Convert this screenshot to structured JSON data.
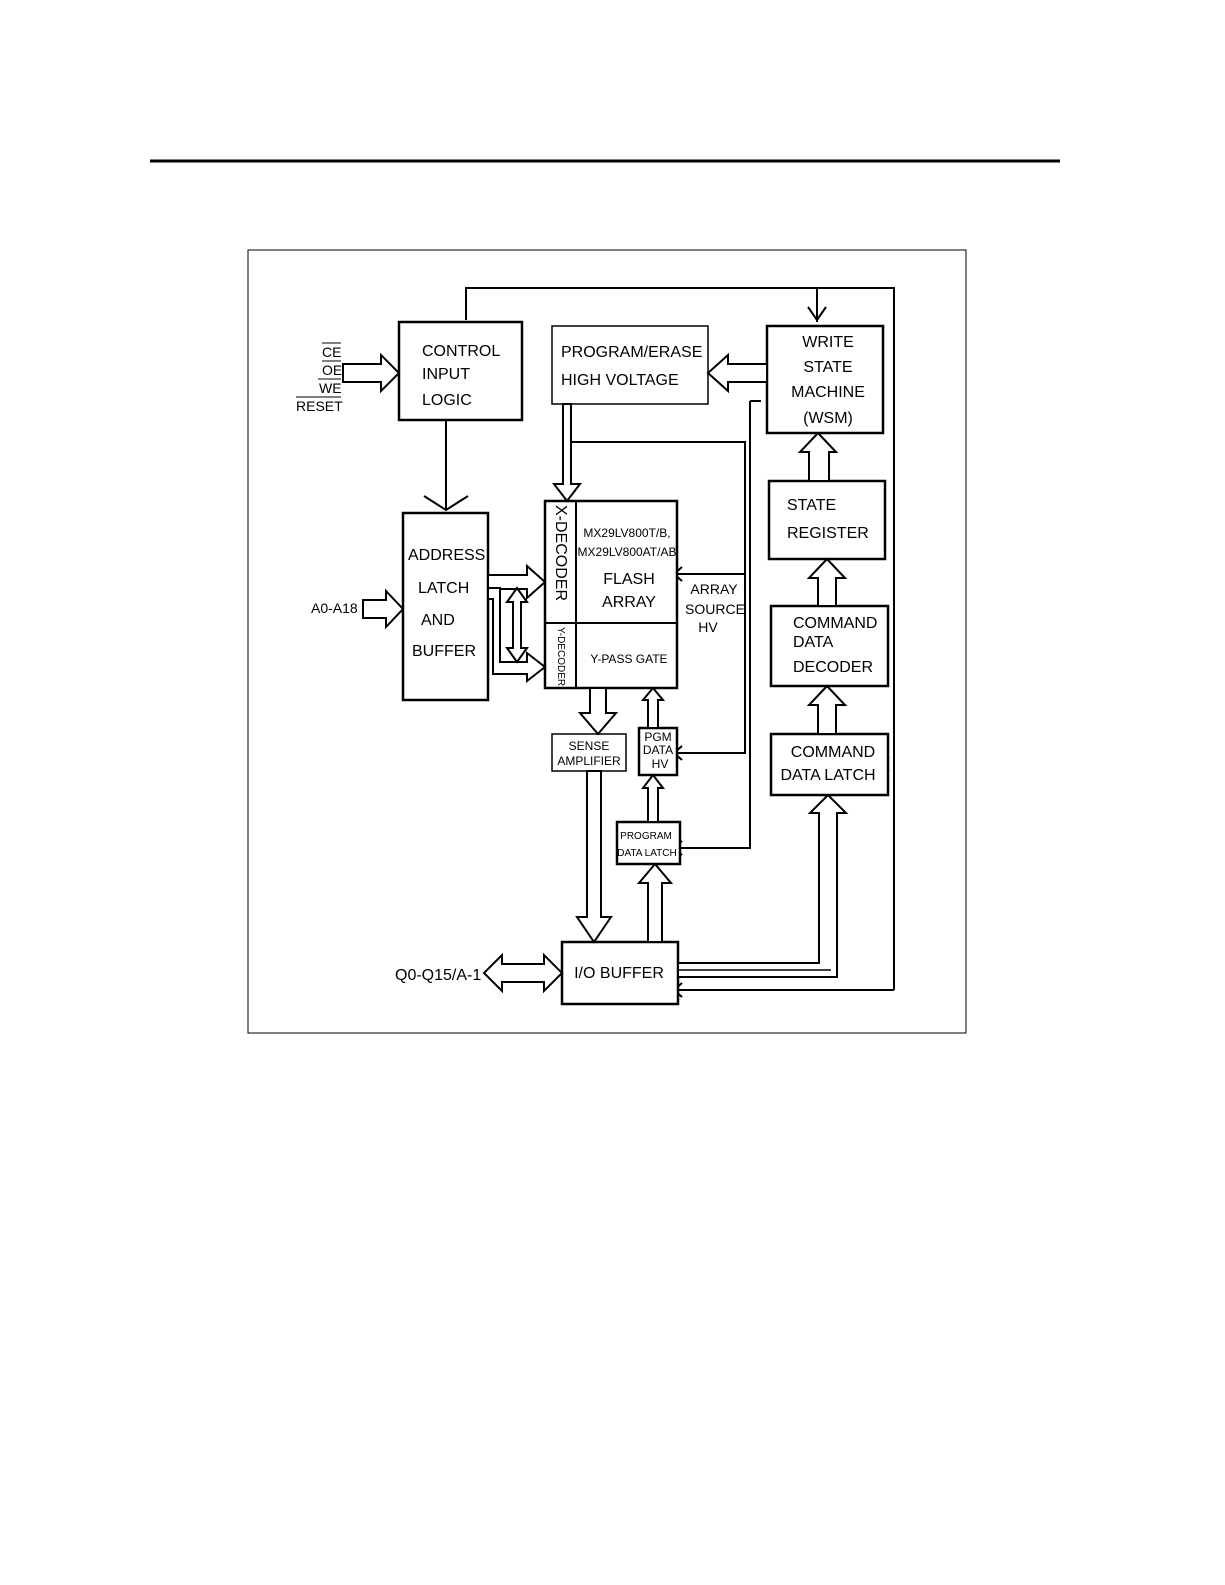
{
  "blocks": {
    "control_input_logic": [
      "CONTROL",
      "INPUT",
      "LOGIC"
    ],
    "program_erase_hv": [
      "PROGRAM/ERASE",
      "HIGH VOLTAGE"
    ],
    "write_state_machine": [
      "WRITE",
      "STATE",
      "MACHINE",
      "(WSM)"
    ],
    "state_register": [
      "STATE",
      "REGISTER"
    ],
    "address_latch": [
      "ADDRESS",
      "LATCH",
      "AND",
      "BUFFER"
    ],
    "x_decoder": "X-DECODER",
    "y_decoder": "Y-DECODER",
    "flash_array": [
      "MX29LV800T/B,",
      "MX29LV800AT/AB",
      "FLASH",
      "ARRAY"
    ],
    "y_pass_gate": "Y-PASS GATE",
    "array_source_hv": [
      "ARRAY",
      "SOURCE",
      "HV"
    ],
    "command_data_decoder": [
      "COMMAND",
      "DATA",
      "DECODER"
    ],
    "sense_amplifier": [
      "SENSE",
      "AMPLIFIER"
    ],
    "pgm_data_hv": [
      "PGM",
      "DATA",
      "HV"
    ],
    "command_data_latch": [
      "COMMAND",
      "DATA LATCH"
    ],
    "program_data_latch": [
      "PROGRAM",
      "DATA LATCH"
    ],
    "io_buffer": "I/O BUFFER"
  },
  "signals": {
    "control_inputs": [
      "CE",
      "OE",
      "WE",
      "RESET"
    ],
    "address_input": "A0-A18",
    "data_io": "Q0-Q15/A-1"
  }
}
